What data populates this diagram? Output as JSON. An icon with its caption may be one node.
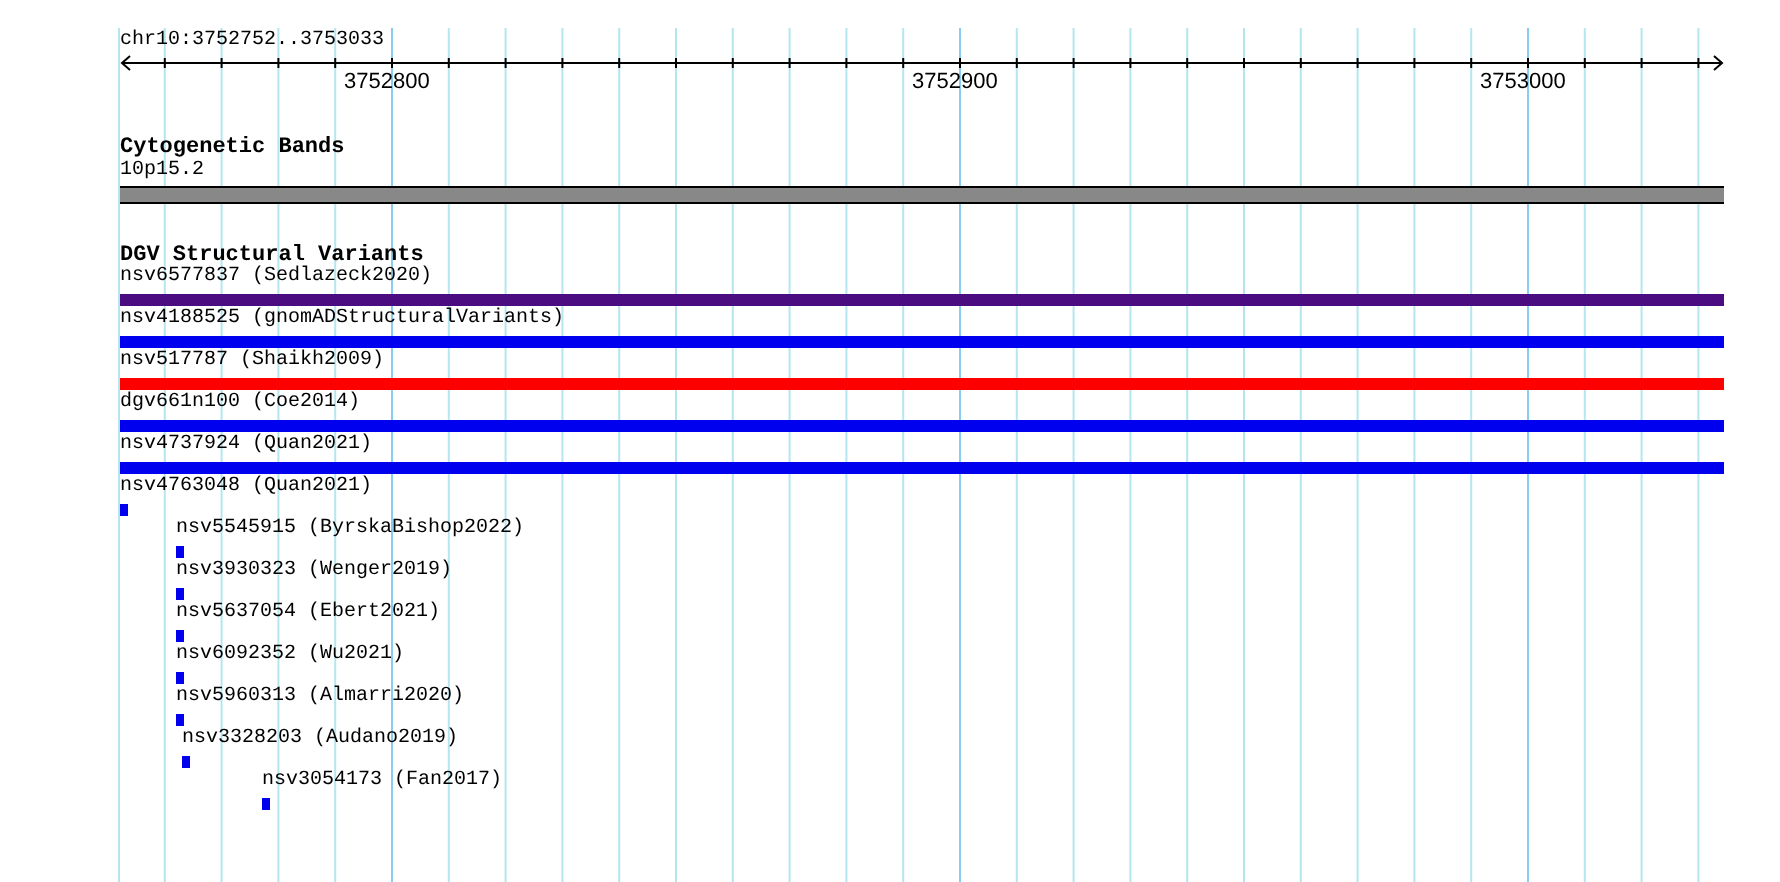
{
  "diagram": {
    "nodes": [
      {
        "text": [
          "10p15.2"
        ]
      },
      {
        "text": [
          "nsv6577837 (Sedlazeck2020)"
        ]
      },
      {
        "text": [
          "nsv4188525 (gnomADStructuralVariants)"
        ]
      },
      {
        "text": [
          "nsv517787 (Shaikh2009)"
        ]
      },
      {
        "text": [
          "dgv661n100 (Coe2014)"
        ]
      },
      {
        "text": [
          "nsv4737924 (Quan2021)"
        ]
      },
      {
        "text": [
          "nsv4763048 (Quan2021)"
        ]
      },
      {
        "text": [
          "nsv5545915 (ByrskaBishop2022)"
        ]
      },
      {
        "text": [
          "nsv3930323 (Wenger2019)"
        ]
      },
      {
        "text": [
          "nsv5637054 (Ebert2021)"
        ]
      },
      {
        "text": [
          "nsv6092352 (Wu2021)"
        ]
      },
      {
        "text": [
          "nsv5960313 (Almarri2020)"
        ]
      },
      {
        "text": [
          "nsv3328203 (Audano2019)"
        ]
      },
      {
        "text": [
          "nsv3054173 (Fan2017)"
        ]
      }
    ],
    "labels": [
      "chr10:3752752..3753033",
      "3752800",
      "3752900",
      "3753000",
      "Cytogenetic Bands",
      "DGV Structural Variants"
    ]
  }
}
